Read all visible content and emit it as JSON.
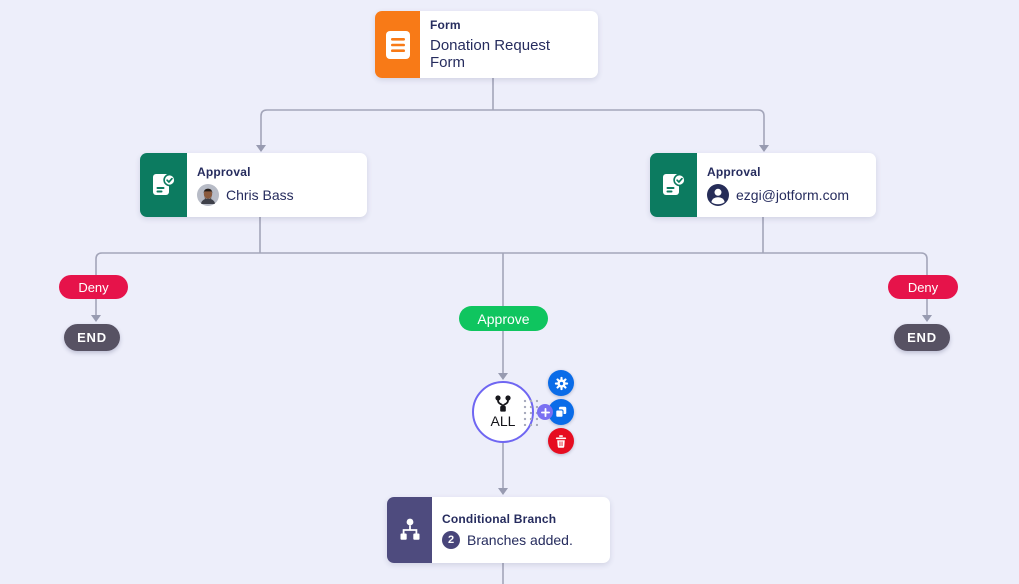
{
  "flow": {
    "form_node": {
      "type_label": "Form",
      "title": "Donation Request Form"
    },
    "approvals": [
      {
        "type_label": "Approval",
        "assignee": "Chris Bass",
        "avatar": "chris-bass-photo"
      },
      {
        "type_label": "Approval",
        "assignee": "ezgi@jotform.com",
        "avatar": "user-icon"
      }
    ],
    "labels": {
      "deny": "Deny",
      "approve": "Approve",
      "end": "END"
    },
    "merge_node": {
      "label": "ALL",
      "icon": "merge-branches-icon"
    },
    "conditional_node": {
      "type_label": "Conditional Branch",
      "badge_count": "2",
      "description": "Branches added."
    }
  },
  "node_toolbar": {
    "buttons": [
      {
        "name": "settings",
        "icon": "gear-icon"
      },
      {
        "name": "duplicate",
        "icon": "copy-icon"
      },
      {
        "name": "delete",
        "icon": "trash-icon"
      }
    ],
    "add_button_icon": "plus-icon",
    "drag_handle_icon": "dots-grid"
  },
  "palette": {
    "background": "#EDEEFA",
    "connector_line": "#A3A5B9",
    "card_text_navy": "#262C5E",
    "form_orange": "#F87A17",
    "approval_green": "#0C7B60",
    "deny_red": "#E6134A",
    "approve_green": "#0FC55F",
    "end_gray": "#575263",
    "merge_border_purple": "#6F66F2",
    "add_button_purple": "#7A70F2",
    "action_blue": "#0A6CE8",
    "delete_red": "#E60D21",
    "conditional_purple": "#4E4B7E"
  }
}
